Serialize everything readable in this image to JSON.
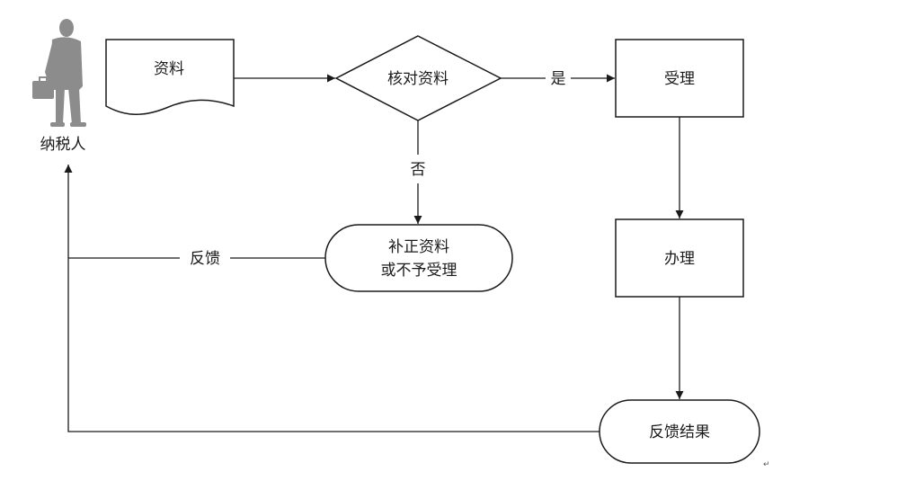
{
  "actor": {
    "label": "纳税人",
    "icon": "person-with-briefcase-icon"
  },
  "nodes": {
    "materials": "资料",
    "verify": "核对资料",
    "accept": "受理",
    "process": "办理",
    "reject_line1": "补正资料",
    "reject_line2": "或不予受理",
    "result": "反馈结果"
  },
  "edges": {
    "yes": "是",
    "no": "否",
    "feedback": "反馈"
  },
  "misc": {
    "paragraph_mark": "↵"
  },
  "colors": {
    "stroke": "#1a1a1a",
    "actor_fill": "#8c8c8c"
  }
}
